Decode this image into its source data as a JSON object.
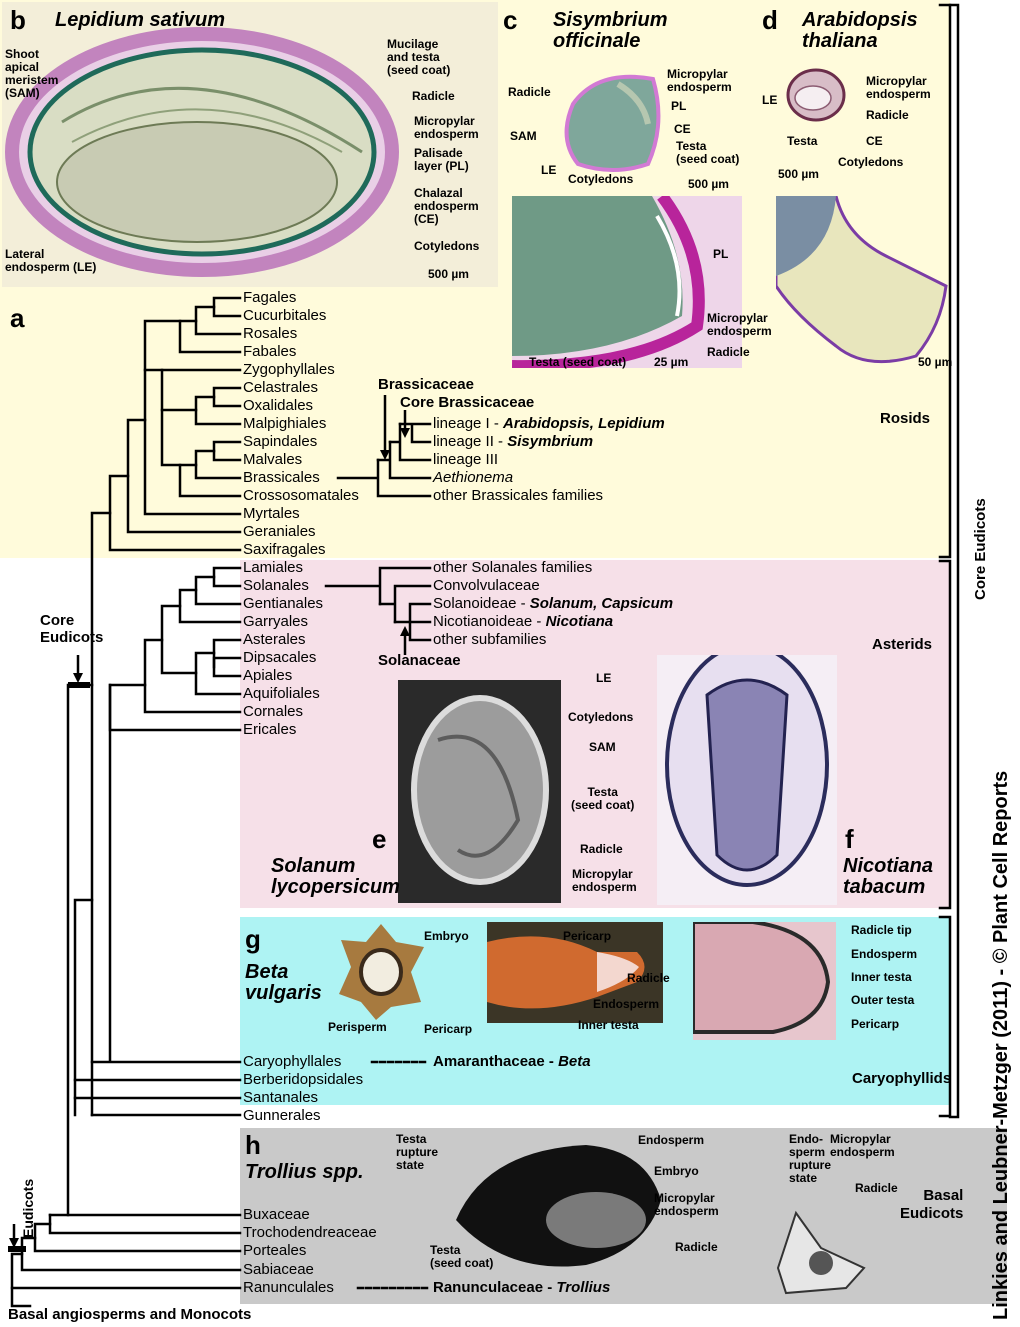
{
  "panels": {
    "b": {
      "letter": "b",
      "species": "Lepidium sativum",
      "labels": [
        "Shoot\napical\nmeristem\n(SAM)",
        "Mucilage\nand testa\n(seed coat)",
        "Radicle",
        "Micropylar\nendosperm",
        "Palisade\nlayer (PL)",
        "Chalazal\nendosperm\n(CE)",
        "Cotyledons",
        "Lateral\nendosperm (LE)"
      ],
      "scale": "500 µm"
    },
    "c": {
      "letter": "c",
      "species": "Sisymbrium\nofficinale",
      "labels": [
        "Radicle",
        "Micropylar\nendosperm",
        "PL",
        "SAM",
        "CE",
        "Testa\n(seed coat)",
        "LE",
        "Cotyledons"
      ],
      "scale": "500 µm",
      "detail_labels": [
        "PL",
        "Micropylar\nendosperm",
        "Radicle",
        "Testa (seed coat)"
      ],
      "detail_scale": "25 µm"
    },
    "d": {
      "letter": "d",
      "species": "Arabidopsis\nthaliana",
      "labels": [
        "Micropylar\nendosperm",
        "LE",
        "Radicle",
        "Testa",
        "CE",
        "Cotyledons"
      ],
      "scale": "500 µm",
      "detail_scale": "50 µm"
    },
    "a": {
      "letter": "a"
    },
    "e": {
      "letter": "e",
      "species": "Solanum\nlycopersicum"
    },
    "f": {
      "letter": "f",
      "species": "Nicotiana\ntabacum",
      "labels": [
        "LE",
        "Cotyledons",
        "SAM",
        "Testa\n(seed coat)",
        "Radicle",
        "Micropylar\nendosperm"
      ]
    },
    "g": {
      "letter": "g",
      "species": "Beta\nvulgaris",
      "labels": [
        "Embryo",
        "Perisperm",
        "Pericarp",
        "Pericarp",
        "Radicle",
        "Endosperm",
        "Inner testa"
      ],
      "right_labels": [
        "Radicle tip",
        "Endosperm",
        "Inner testa",
        "Outer testa",
        "Pericarp"
      ]
    },
    "h": {
      "letter": "h",
      "species": "Trollius spp.",
      "labels": [
        "Testa\nrupture\nstate",
        "Endosperm",
        "Embryo",
        "Micropylar\nendosperm",
        "Radicle",
        "Testa\n(seed coat)"
      ],
      "right_labels": [
        "Endo-\nsperm\nrupture\nstate",
        "Micropylar\nendosperm",
        "Radicle"
      ]
    }
  },
  "tree": {
    "rosids_orders": [
      "Fagales",
      "Cucurbitales",
      "Rosales",
      "Fabales",
      "Zygophyllales",
      "Celastrales",
      "Oxalidales",
      "Malpighiales",
      "Sapindales",
      "Malvales",
      "Brassicales",
      "Crossosomatales",
      "Myrtales",
      "Geraniales",
      "Saxifragales"
    ],
    "asterids_orders": [
      "Lamiales",
      "Solanales",
      "Gentianales",
      "Garryales",
      "Asterales",
      "Dipsacales",
      "Apiales",
      "Aquifoliales",
      "Cornales",
      "Ericales"
    ],
    "caryophyllid_orders": [
      "Caryophyllales",
      "Berberidopsidales",
      "Santanales",
      "Gunnerales"
    ],
    "basal_orders": [
      "Buxaceae",
      "Trochodendreaceae",
      "Porteales",
      "Sabiaceae",
      "Ranunculales"
    ],
    "brassicaceae": {
      "title": "Brassicaceae",
      "core": "Core Brassicaceae",
      "lineages": [
        {
          "name": "lineage I - ",
          "genera": "Arabidopsis, Lepidium"
        },
        {
          "name": "lineage II - ",
          "genera": "Sisymbrium"
        },
        {
          "name": "lineage III",
          "genera": ""
        }
      ],
      "aethionema": "Aethionema",
      "other": "other Brassicales families"
    },
    "solanaceae": {
      "title": "Solanaceae",
      "entries": [
        {
          "name": "other Solanales families",
          "genera": ""
        },
        {
          "name": "Convolvulaceae",
          "genera": ""
        },
        {
          "name": "Solanoideae - ",
          "genera": "Solanum, Capsicum"
        },
        {
          "name": "Nicotianoideae - ",
          "genera": "Nicotiana"
        },
        {
          "name": "other subfamilies",
          "genera": ""
        }
      ]
    },
    "amaranthaceae": {
      "family": "Amaranthaceae",
      "sep": " - ",
      "genus": "Beta"
    },
    "ranunculaceae": {
      "family": "Ranunculaceae",
      "sep": " - ",
      "genus": "Trollius"
    },
    "core_eudicots_marker": "Core\nEudicots",
    "eudicots_marker": "Eudicots",
    "basal_angio": "Basal angiosperms and Monocots"
  },
  "groups": {
    "rosids": "Rosids",
    "asterids": "Asterids",
    "caryophyllids": "Caryophyllids",
    "basal_eudicots": "Basal\nEudicots",
    "core_eudicots": "Core Eudicots"
  },
  "credit": "Linkies and Leubner-Metzger (2011) - © Plant Cell Reports",
  "colors": {
    "rosids_bg": "#fffbdb",
    "asterids_bg": "#f6e0e8",
    "caryophyllids_bg": "#aef3f3",
    "basal_bg": "#c9c9c9"
  }
}
